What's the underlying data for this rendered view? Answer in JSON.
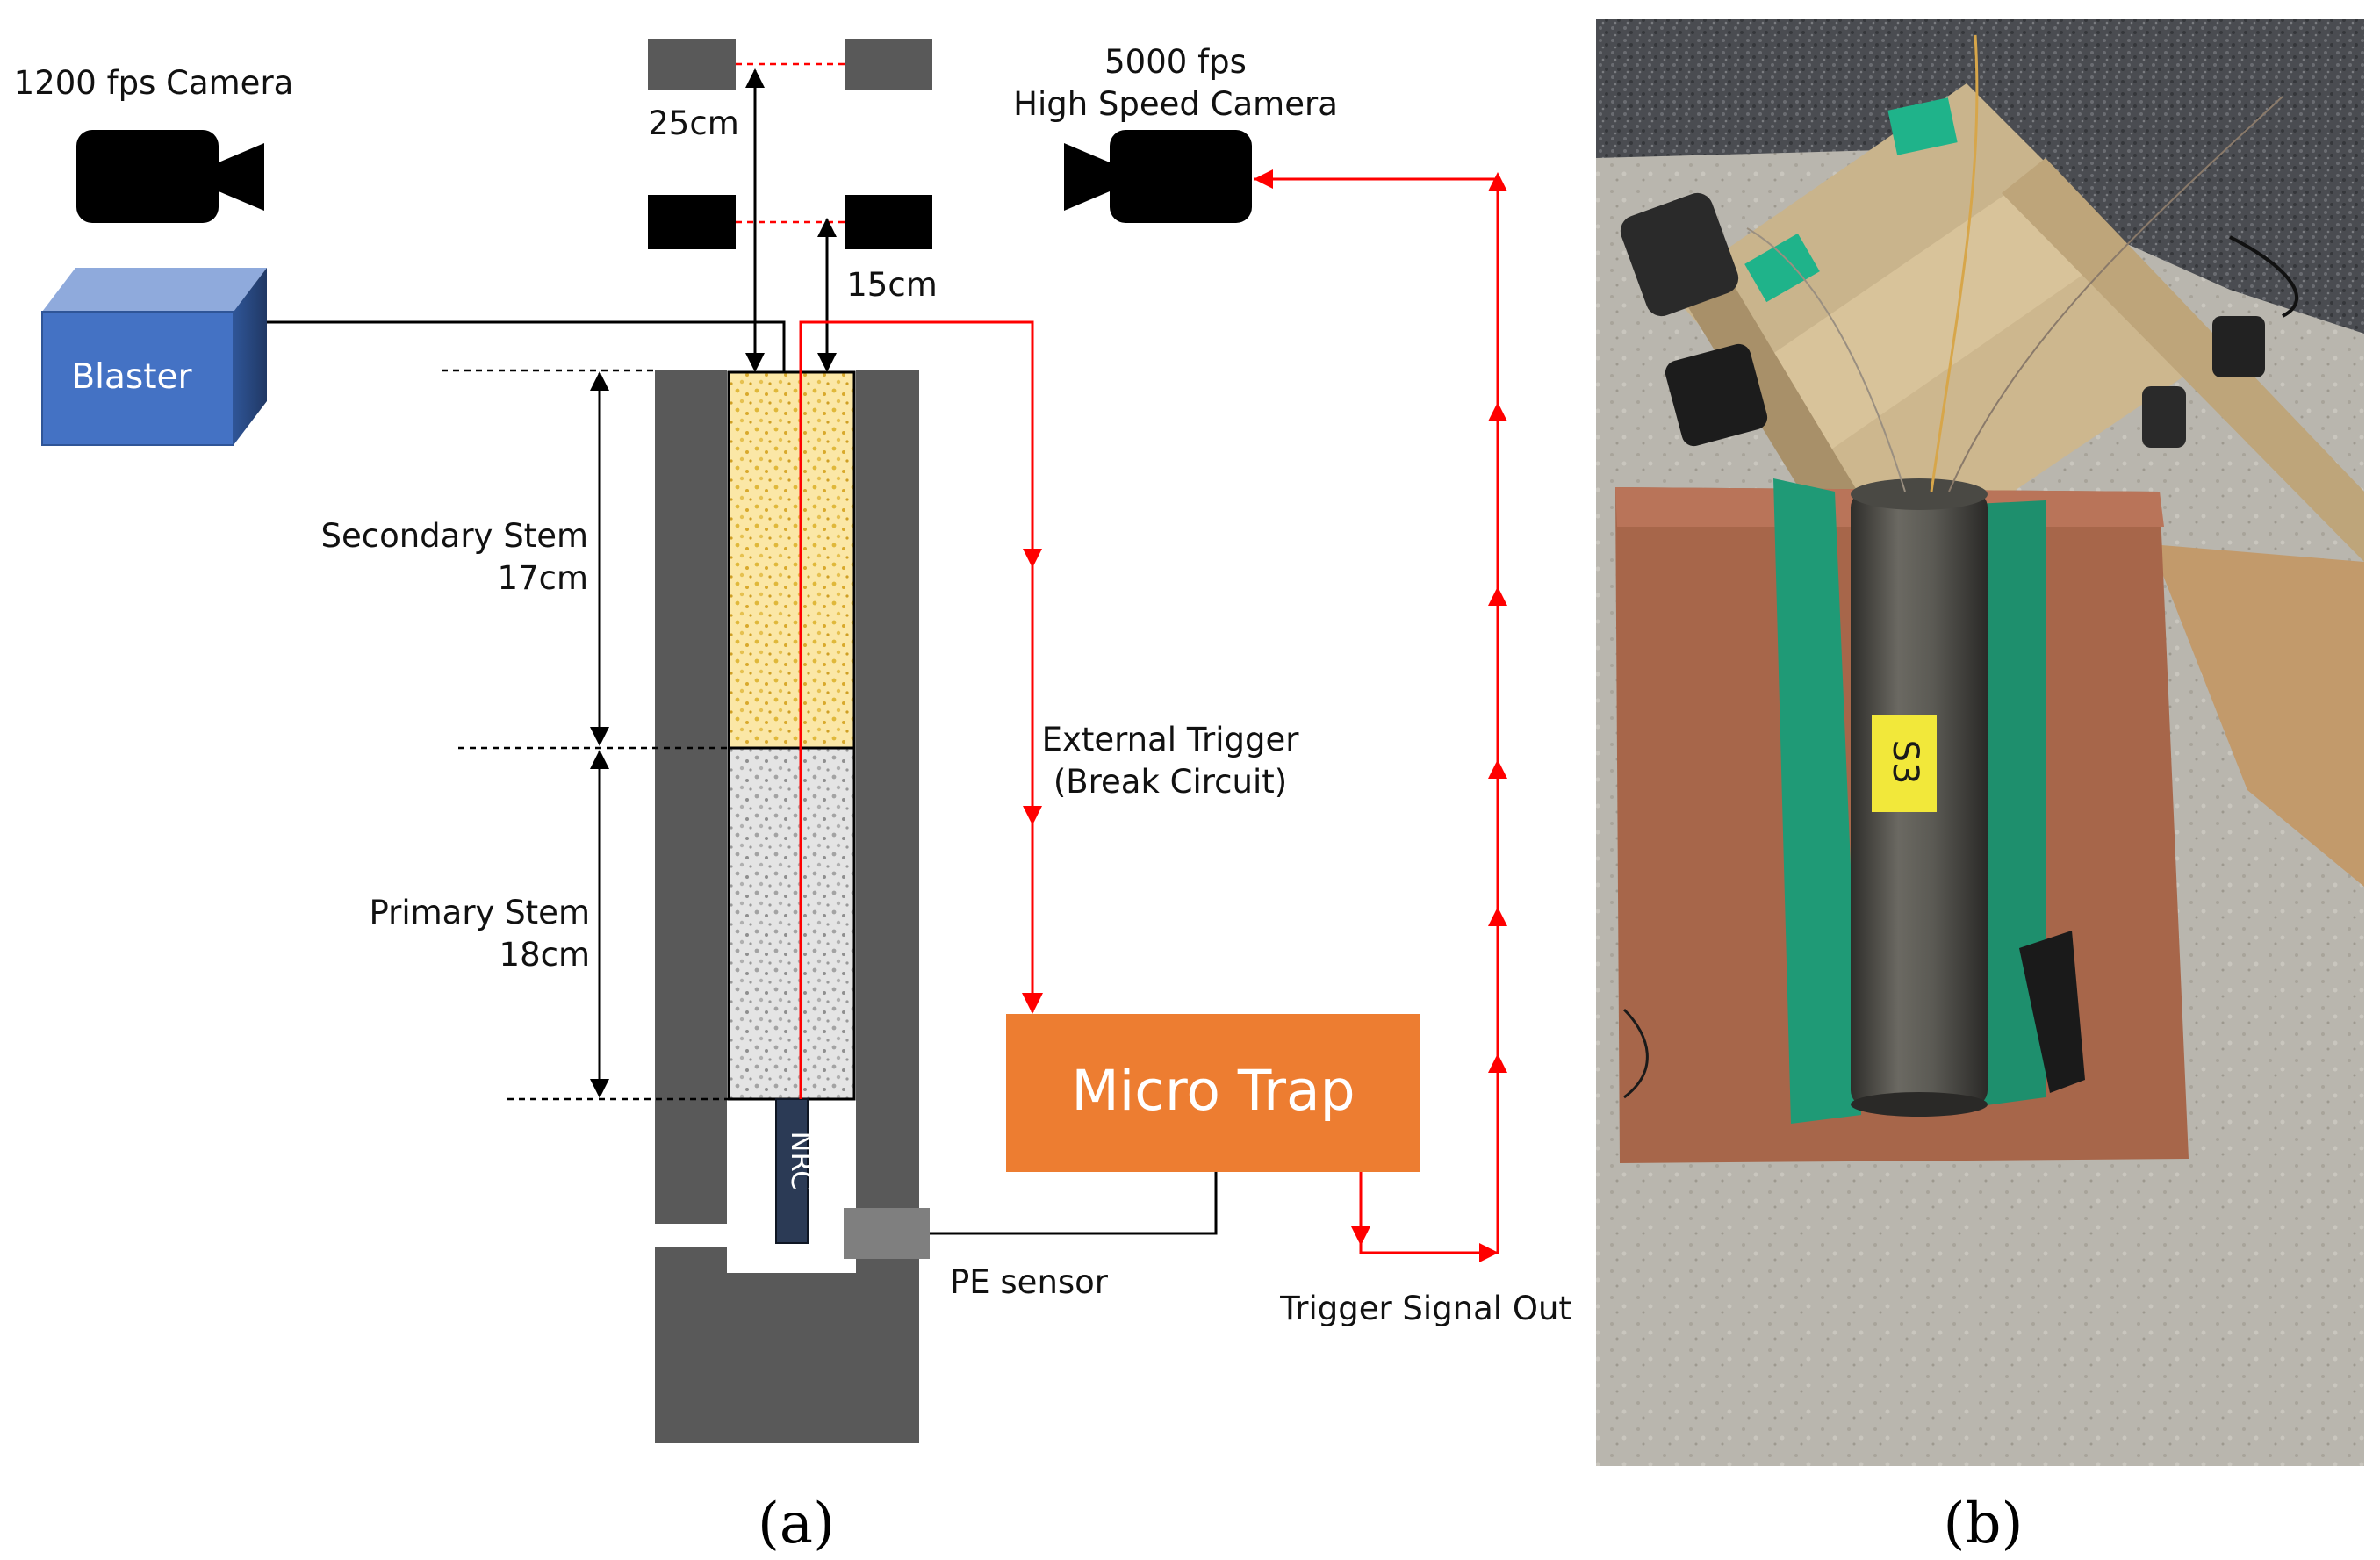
{
  "panel_a": {
    "label": "(a)",
    "camera_1200": {
      "label": "1200 fps Camera",
      "icon": "video-camera-icon"
    },
    "camera_5000": {
      "label_line1": "5000 fps",
      "label_line2": "High Speed Camera",
      "icon": "video-camera-icon"
    },
    "blaster": {
      "label": "Blaster",
      "color": "#4472c4"
    },
    "distance_25": "25cm",
    "distance_15": "15cm",
    "secondary_stem": {
      "name": "Secondary Stem",
      "length": "17cm",
      "color": "#f5d76e"
    },
    "primary_stem": {
      "name": "Primary Stem",
      "length": "18cm",
      "color": "#c8c8c8"
    },
    "nrc": "NRC",
    "external_trigger_line1": "External Trigger",
    "external_trigger_line2": "(Break Circuit)",
    "micro_trap": {
      "label": "Micro Trap",
      "color": "#ed7d31"
    },
    "pe_sensor": "PE sensor",
    "trigger_out": "Trigger Signal Out",
    "signal_color": "#ff0000",
    "tube_color": "#595959"
  },
  "panel_b": {
    "label": "(b)",
    "sticker_text": "S3"
  }
}
